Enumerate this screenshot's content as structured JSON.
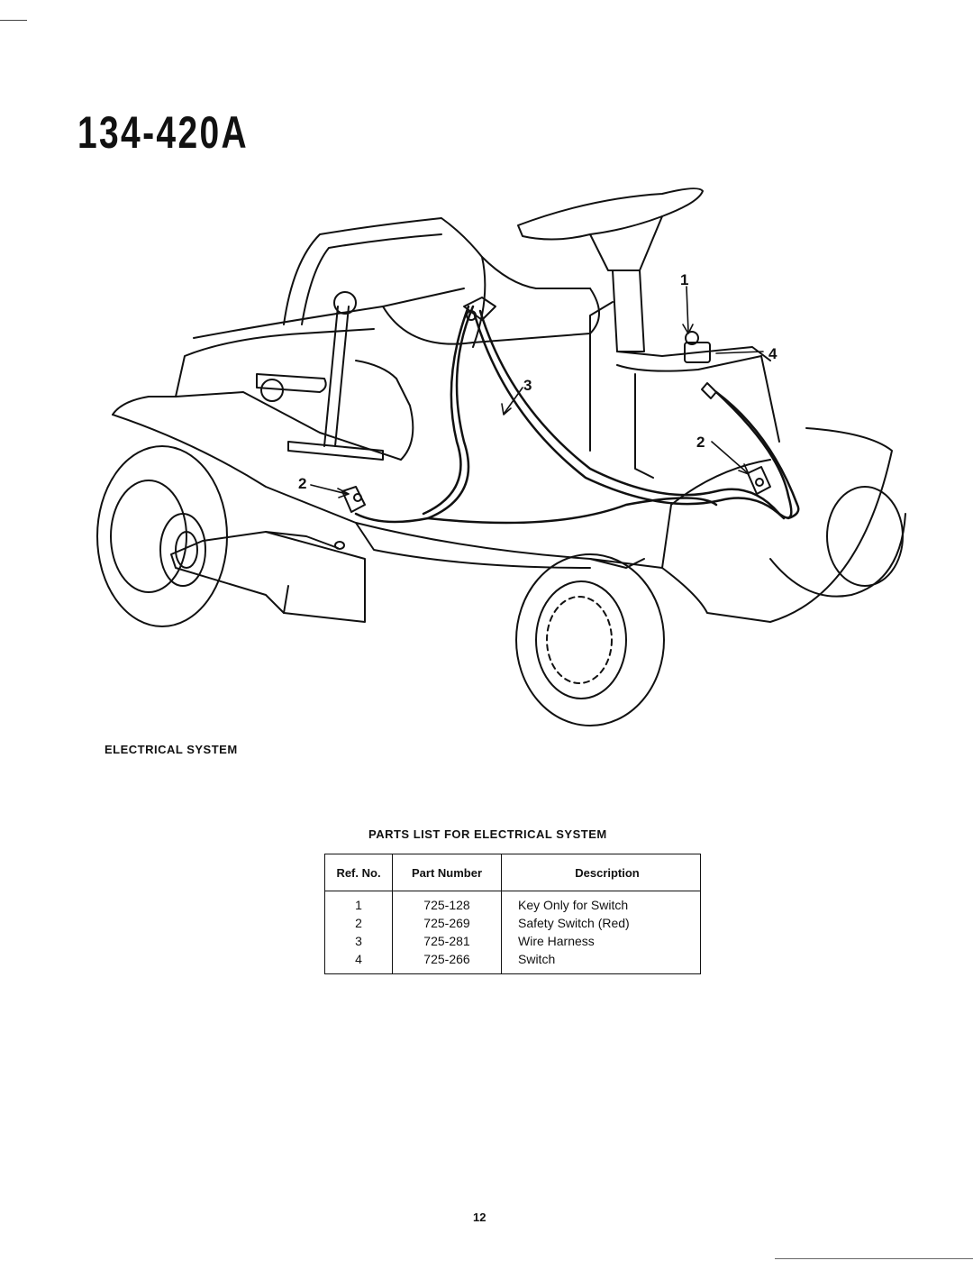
{
  "document": {
    "model_number": "134-420A",
    "figure_caption": "ELECTRICAL SYSTEM",
    "page_number": "12"
  },
  "illustration": {
    "subject": "riding-mower",
    "callouts": [
      "1",
      "2",
      "2",
      "3",
      "4"
    ]
  },
  "parts_table": {
    "title": "PARTS LIST FOR ELECTRICAL SYSTEM",
    "headers": [
      "Ref. No.",
      "Part Number",
      "Description"
    ],
    "rows": [
      {
        "ref": "1",
        "part": "725-128",
        "desc": "Key Only for Switch"
      },
      {
        "ref": "2",
        "part": "725-269",
        "desc": "Safety Switch (Red)"
      },
      {
        "ref": "3",
        "part": "725-281",
        "desc": "Wire Harness"
      },
      {
        "ref": "4",
        "part": "725-266",
        "desc": "Switch"
      }
    ]
  }
}
